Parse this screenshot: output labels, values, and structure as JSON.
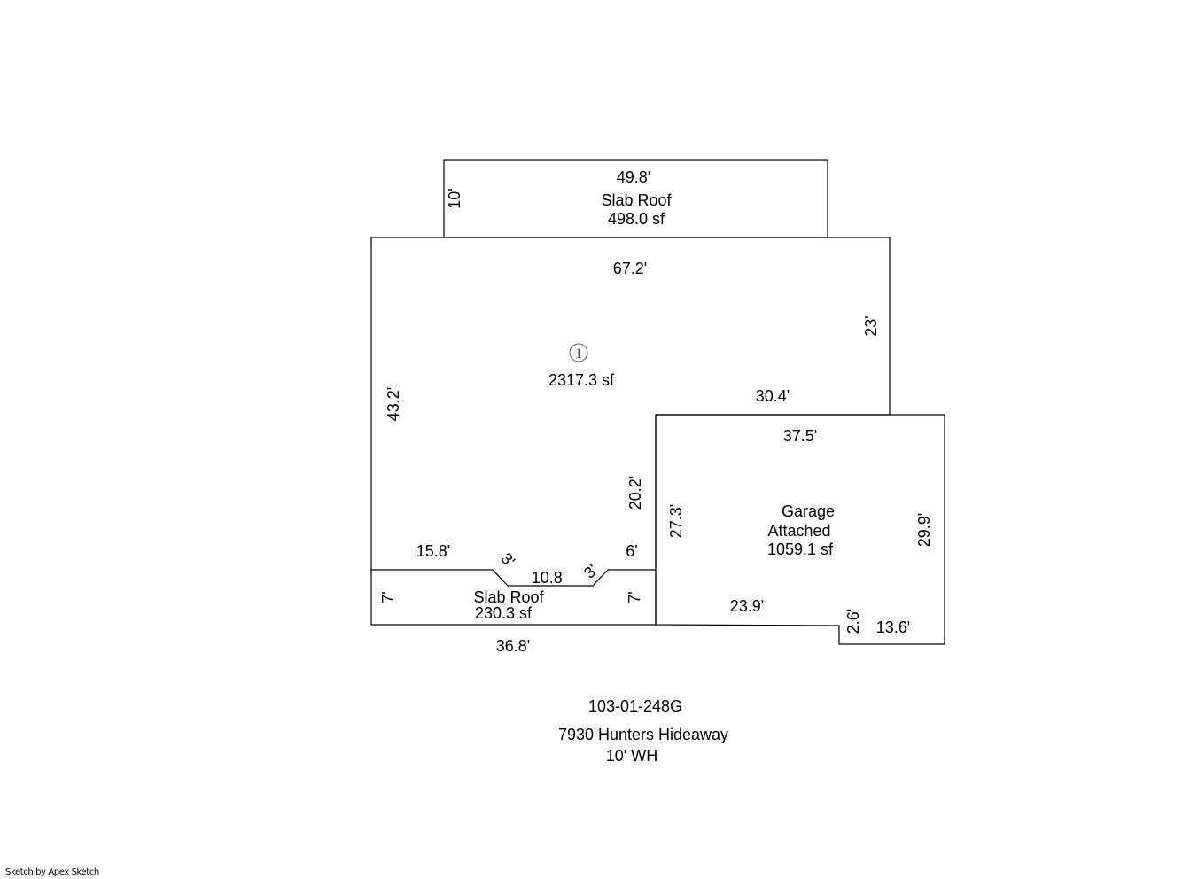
{
  "areas": {
    "slab_roof_top": {
      "label": "Slab Roof",
      "area": "498.0 sf"
    },
    "main": {
      "marker": "1",
      "area": "2317.3 sf"
    },
    "garage": {
      "label_line1": "Garage",
      "label_line2": "Attached",
      "area": "1059.1 sf"
    },
    "slab_roof_bottom": {
      "label": "Slab Roof",
      "area": "230.3 sf"
    }
  },
  "dimensions": {
    "top_width": "49.8'",
    "top_depth": "10'",
    "main_top": "67.2'",
    "main_right": "23'",
    "main_left": "43.2'",
    "main_step": "30.4'",
    "main_inner": "20.2'",
    "front_left": "15.8'",
    "chamfer_left": "3'",
    "front_center": "10.8'",
    "chamfer_right": "3'",
    "front_right": "6'",
    "slab_left": "7'",
    "slab_right": "7'",
    "slab_bottom": "36.8'",
    "garage_top": "37.5'",
    "garage_left": "27.3'",
    "garage_right": "29.9'",
    "garage_bottom": "23.9'",
    "garage_jog": "2.6'",
    "garage_bottom_right": "13.6'"
  },
  "info": {
    "parcel_id": "103-01-248G",
    "address": "7930 Hunters Hideaway",
    "wall_height": "10' WH"
  },
  "footer": {
    "credit": "Sketch by Apex Sketch"
  }
}
